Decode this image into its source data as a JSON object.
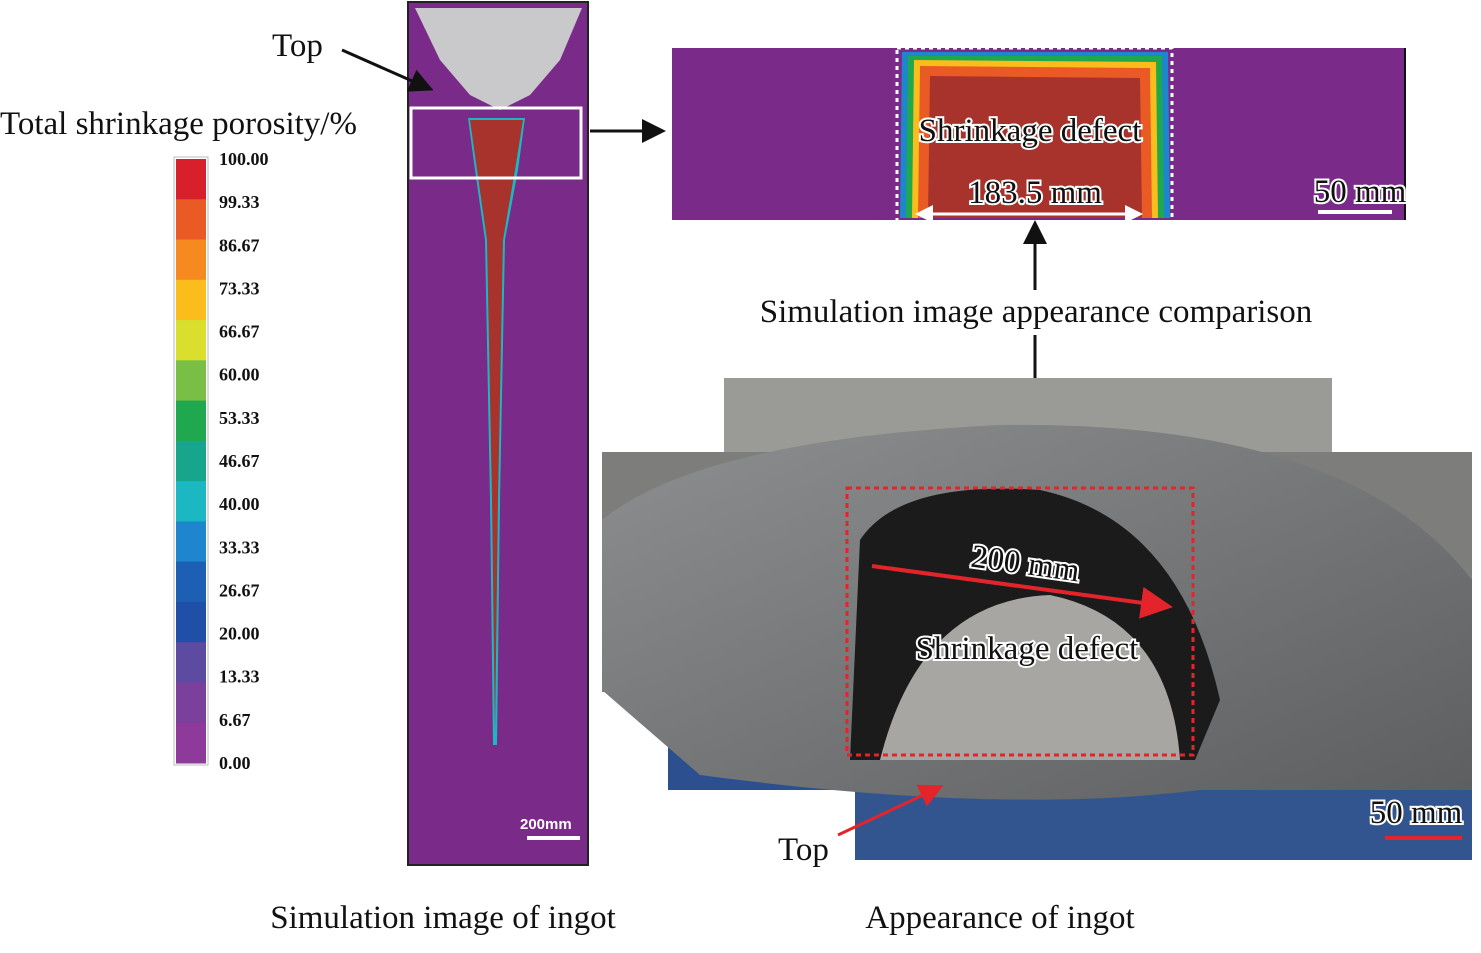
{
  "labels": {
    "top_sim": "Top",
    "legend_title": "Total shrinkage porosity/%",
    "sim_scale": "200mm",
    "defect_sim": "Shrinkage defect",
    "sim_width": "183.5 mm",
    "sim_zoom_scale": "50 mm",
    "comparison": "Simulation image appearance comparison",
    "photo_width": "200 mm",
    "defect_photo": "Shrinkage defect",
    "top_photo": "Top",
    "photo_scale": "50 mm",
    "caption_sim": "Simulation image of ingot",
    "caption_photo": "Appearance of ingot"
  },
  "legend": {
    "values": [
      "100.00",
      "99.33",
      "86.67",
      "73.33",
      "66.67",
      "60.00",
      "53.33",
      "46.67",
      "40.00",
      "33.33",
      "26.67",
      "20.00",
      "13.33",
      "6.67",
      "0.00"
    ],
    "colors": [
      "#d7202b",
      "#ea5a24",
      "#f68a20",
      "#fbbd1c",
      "#d9df2c",
      "#79bf45",
      "#1fa84e",
      "#17a68b",
      "#1bb8c4",
      "#1e86cc",
      "#1c5fb3",
      "#1f4fa6",
      "#5c4ba0",
      "#7b3f9c",
      "#8d3a9a"
    ]
  },
  "colors": {
    "ingot": "#7a2a88",
    "defect": "#a8322c",
    "highlight": "#e3242b"
  }
}
